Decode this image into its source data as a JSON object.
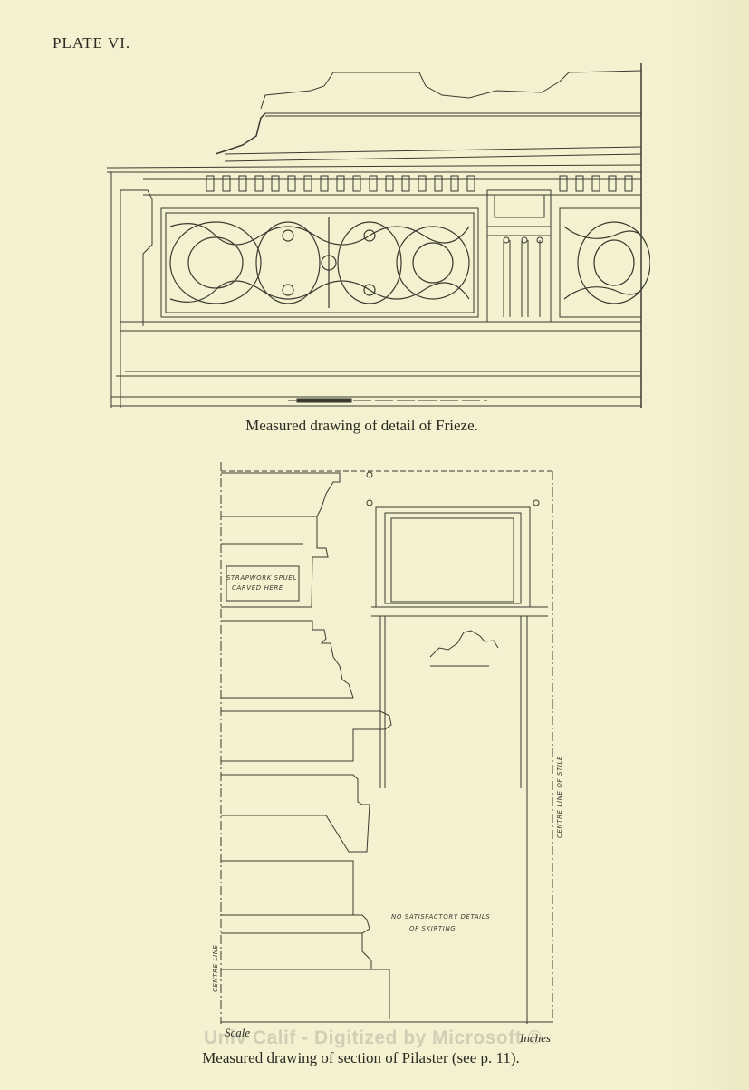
{
  "plate": {
    "label": "PLATE VI."
  },
  "frieze_figure": {
    "caption": "Measured drawing of detail of Frieze."
  },
  "pilaster_figure": {
    "caption": "Measured drawing of section of Pilaster (see p. 11).",
    "notes": {
      "strapwork": [
        "STRAPWORK SPUEL",
        "CARVED HERE"
      ],
      "skirting": [
        "NO SATISFACTORY DETAILS",
        "OF SKIRTING"
      ],
      "centre_line_right": "CENTRE LINE OF STILE",
      "centre_line_left": "CENTRE LINE"
    },
    "scale": {
      "left_label": "Scale",
      "right_label": "Inches"
    }
  },
  "watermark": "Univ Calif - Digitized by Microsoft ®"
}
